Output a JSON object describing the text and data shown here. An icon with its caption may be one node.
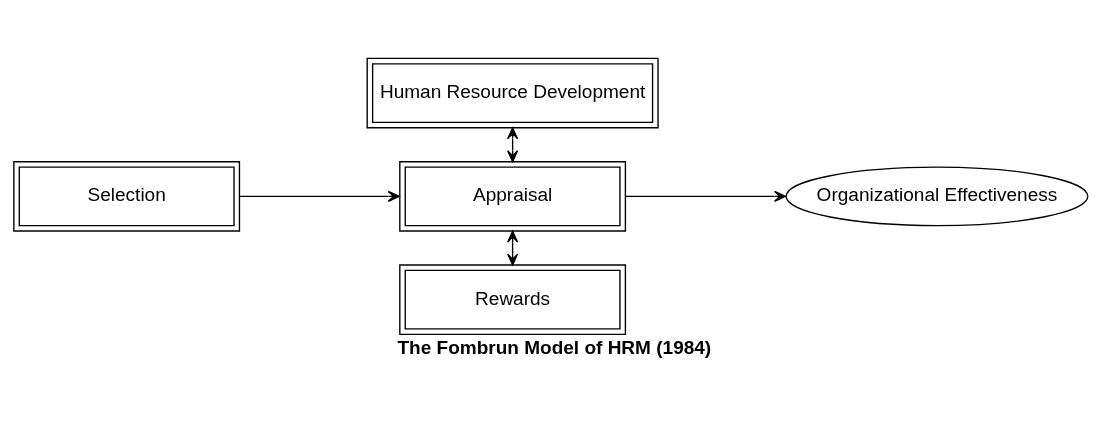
{
  "diagram": {
    "caption": "The Fombrun Model of HRM (1984)",
    "nodes": [
      {
        "text": [
          "Selection"
        ]
      },
      {
        "text": [
          "Human Resource Development"
        ]
      },
      {
        "text": [
          "Appraisal"
        ]
      },
      {
        "text": [
          "Rewards"
        ]
      },
      {
        "text": [
          "Organizational Effectiveness"
        ]
      }
    ],
    "edges": [
      {
        "from": 0,
        "to": 2,
        "arrow": "to"
      },
      {
        "from": 1,
        "to": 2,
        "arrow": "both"
      },
      {
        "from": 2,
        "to": 3,
        "arrow": "both"
      },
      {
        "from": 2,
        "to": 4,
        "arrow": "to"
      }
    ]
  }
}
